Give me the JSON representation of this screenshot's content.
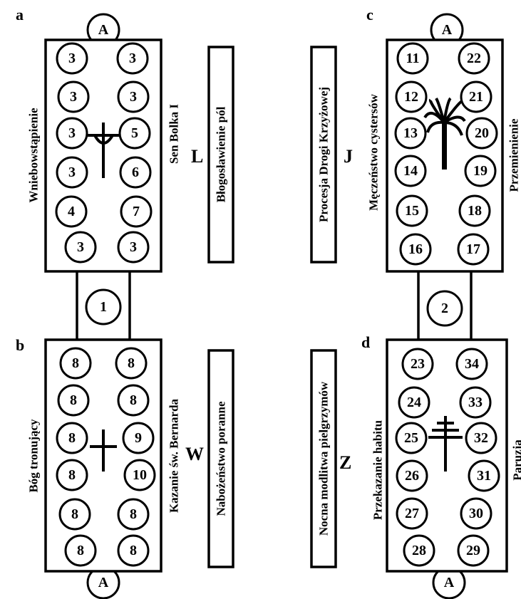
{
  "panel_letters": {
    "a": "a",
    "b": "b",
    "c": "c",
    "d": "d"
  },
  "altar_label": "A",
  "corridors": {
    "left": "1",
    "right": "2"
  },
  "center_letters": {
    "L": "L",
    "W": "W",
    "J": "J",
    "Z": "Z"
  },
  "labels": {
    "a_left": "Wniebowstąpienie",
    "a_right": "Sen Bolka I",
    "b_left": "Bóg tronujący",
    "b_right": "Kazanie św. Bernarda",
    "c_left": "Męczeństwo cystersów",
    "c_right": "Przemienienie",
    "d_left": "Przekazanie habitu",
    "d_right": "Paruzja"
  },
  "banners": {
    "L": "Błogosławienie pól",
    "W": "Nabożeństwo poranne",
    "J": "Procesja Drogi Krzyżowej",
    "Z": "Nocna modlitwa pielgrzymów"
  },
  "seats": {
    "a": [
      "3",
      "3",
      "3",
      "3",
      "3",
      "5",
      "3",
      "6",
      "4",
      "7",
      "3",
      "3"
    ],
    "b": [
      "8",
      "8",
      "8",
      "8",
      "8",
      "9",
      "8",
      "10",
      "8",
      "8",
      "8",
      "8"
    ],
    "c": [
      "11",
      "22",
      "12",
      "21",
      "13",
      "20",
      "14",
      "19",
      "15",
      "18",
      "16",
      "17"
    ],
    "d": [
      "23",
      "34",
      "24",
      "33",
      "25",
      "32",
      "26",
      "31",
      "27",
      "30",
      "28",
      "29"
    ]
  },
  "symbols": {
    "a": "anchor-cross",
    "b": "latin-cross",
    "c": "palm-tree",
    "d": "patriarchal-cross"
  }
}
